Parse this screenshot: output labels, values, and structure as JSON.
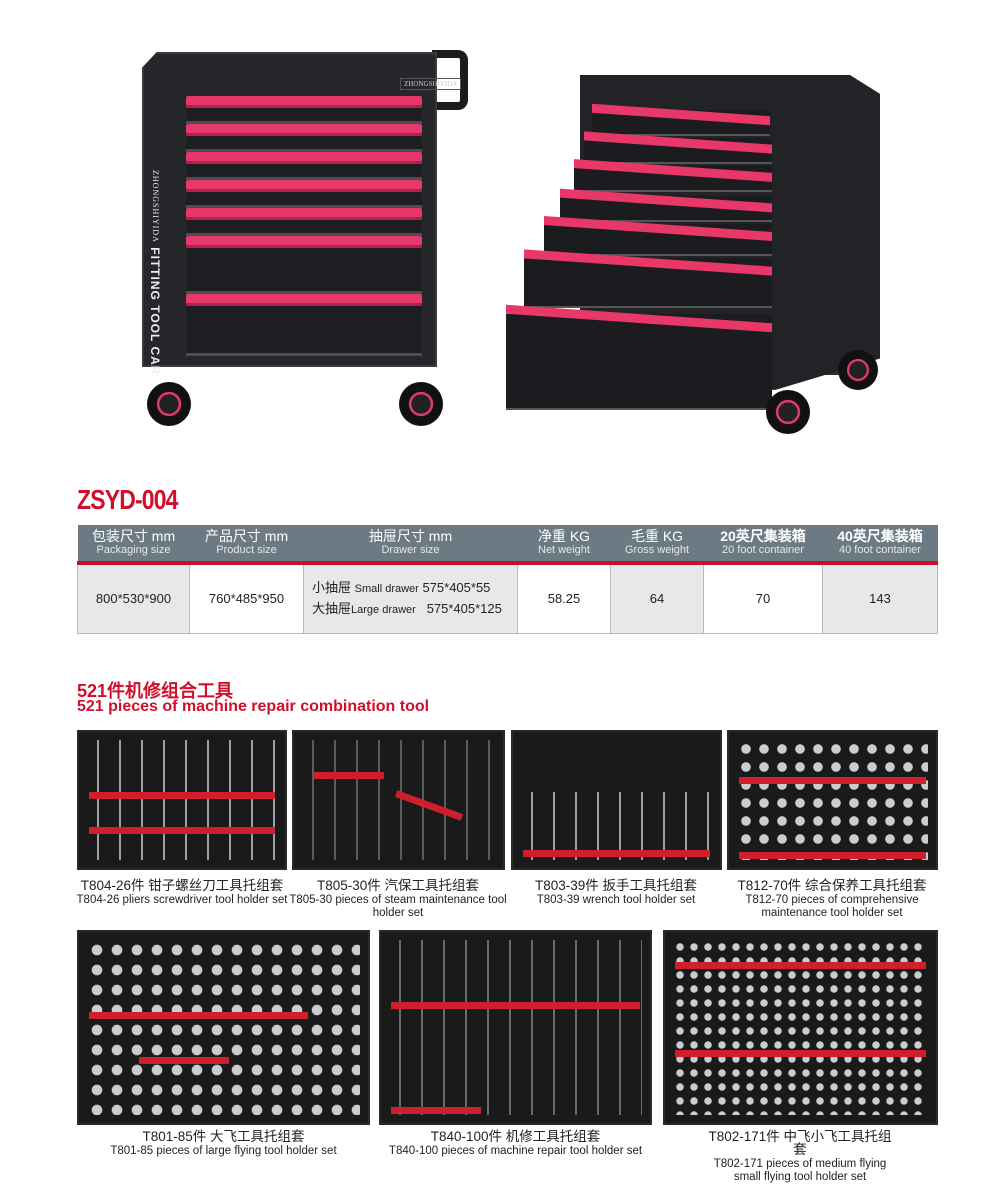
{
  "product_images": {
    "brand_plate": "ZHONGSHIYIDA",
    "side_brand": "ZHONGSHIYIDA",
    "side_title": "FITTING TOOL CAR"
  },
  "model": "ZSYD-004",
  "spec_table": {
    "headers": [
      {
        "cn": "包装尺寸 mm",
        "en": "Packaging size"
      },
      {
        "cn": "产品尺寸 mm",
        "en": "Product size"
      },
      {
        "cn": "抽屉尺寸 mm",
        "en": "Drawer size"
      },
      {
        "cn": "净重 KG",
        "en": "Net weight"
      },
      {
        "cn": "毛重 KG",
        "en": "Gross weight"
      },
      {
        "cn": "20英尺集装箱",
        "en": "20 foot container"
      },
      {
        "cn": "40英尺集装箱",
        "en": "40 foot container"
      }
    ],
    "row": {
      "packaging_size": "800*530*900",
      "product_size": "760*485*950",
      "small_drawer_cn": "小抽屉",
      "small_drawer_en": "Small drawer",
      "small_drawer_size": "575*405*55",
      "large_drawer_cn": "大抽屉",
      "large_drawer_en": "Large drawer",
      "large_drawer_size": "575*405*125",
      "net_weight": "58.25",
      "gross_weight": "64",
      "container_20": "70",
      "container_40": "143"
    }
  },
  "section": {
    "title_cn": "521件机修组合工具",
    "title_en": "521 pieces of machine repair combination tool"
  },
  "tool_sets": [
    {
      "cn": "T804-26件 钳子螺丝刀工具托组套",
      "en": "T804-26 pliers screwdriver tool holder set"
    },
    {
      "cn": "T805-30件 汽保工具托组套",
      "en": "T805-30 pieces of steam maintenance tool holder set"
    },
    {
      "cn": "T803-39件 扳手工具托组套",
      "en": "T803-39 wrench tool holder set"
    },
    {
      "cn": "T812-70件 综合保养工具托组套",
      "en": "T812-70 pieces of comprehensive maintenance tool holder set"
    },
    {
      "cn": "T801-85件 大飞工具托组套",
      "en": "T801-85 pieces of large flying tool holder set"
    },
    {
      "cn": "T840-100件 机修工具托组套",
      "en": "T840-100 pieces of machine repair tool holder set"
    },
    {
      "cn": "T802-171件 中飞小飞工具托组套",
      "en": "T802-171 pieces of medium flying small flying tool holder set"
    }
  ],
  "colors": {
    "accent": "#d0102a",
    "header": "#6b7a83",
    "handle": "#e8386a"
  }
}
